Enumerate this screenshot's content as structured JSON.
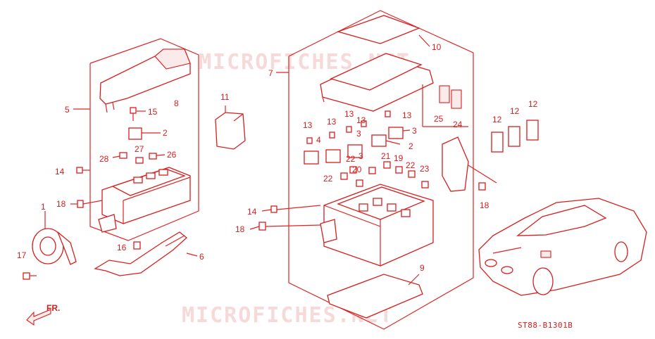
{
  "watermark": "MICROFICHES.NET",
  "diagram_code": "ST88-B1301B",
  "direction_label": "FR.",
  "callouts": [
    "1",
    "2",
    "3",
    "4",
    "5",
    "6",
    "7",
    "8",
    "9",
    "10",
    "11",
    "12",
    "13",
    "14",
    "15",
    "16",
    "17",
    "18",
    "19",
    "20",
    "21",
    "22",
    "23",
    "24",
    "25",
    "26",
    "27",
    "28"
  ],
  "colors": {
    "line": "#d81e1e",
    "watermark": "#f3c9c9"
  }
}
